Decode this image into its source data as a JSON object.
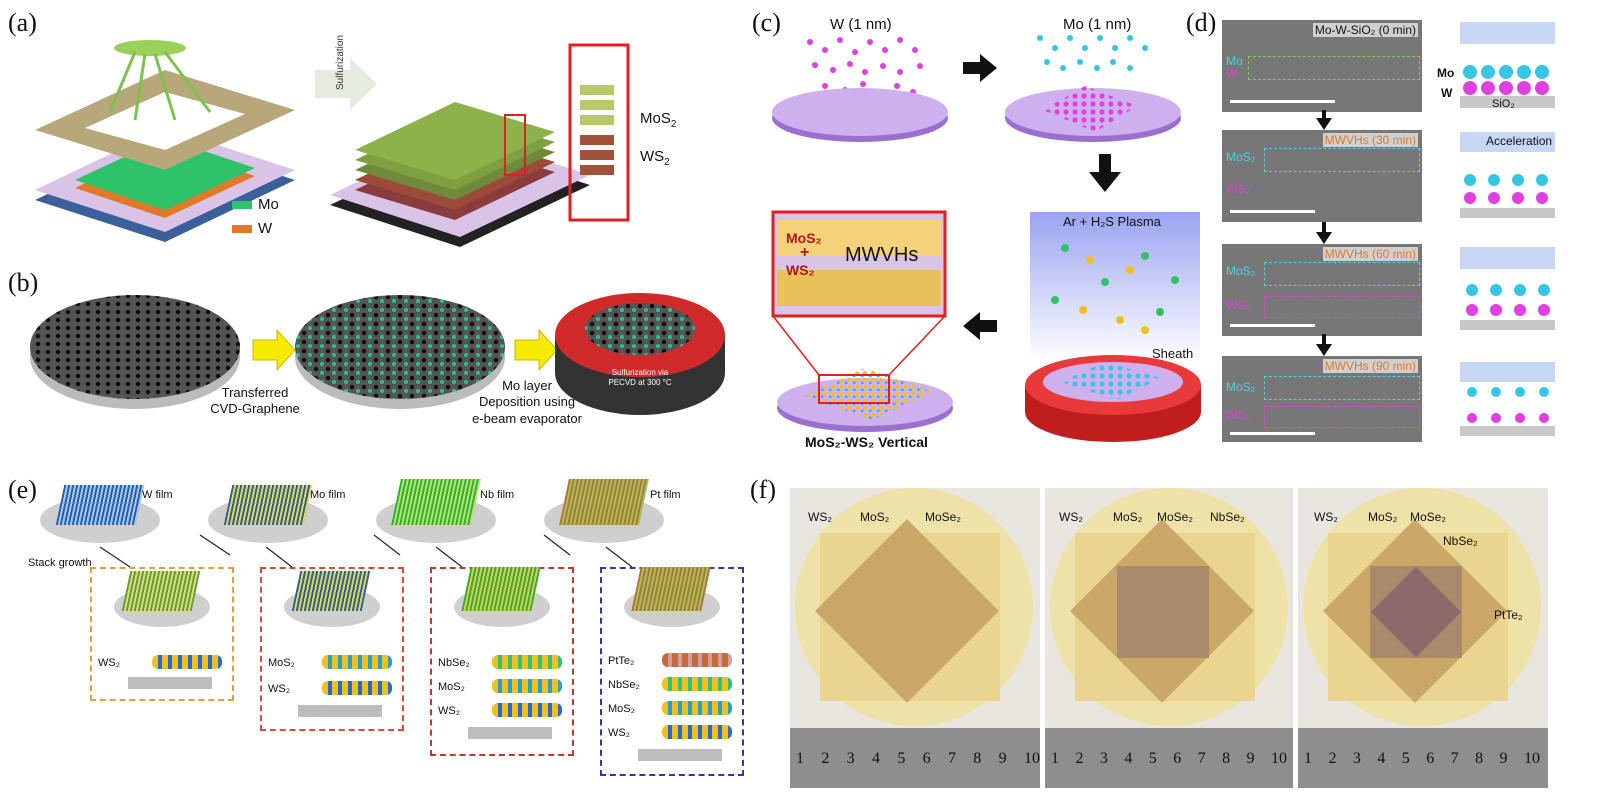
{
  "panels": {
    "a": {
      "label": "(a)",
      "arrow_text": "Sulfurization",
      "legend": [
        {
          "name": "Mo",
          "color": "#2ec26a"
        },
        {
          "name": "W",
          "color": "#e07a2a"
        }
      ],
      "inset": {
        "top": "MoS",
        "top_sub": "2",
        "bottom": "WS",
        "bottom_sub": "2"
      }
    },
    "b": {
      "label": "(b)",
      "step1": [
        "Transferred",
        "CVD-Graphene"
      ],
      "step2": [
        "Mo layer",
        "Deposition using",
        "e-beam evaporator"
      ],
      "disk_text": [
        "Sulfurization via",
        "PECVD at 300 °C"
      ]
    },
    "c": {
      "label": "(c)",
      "w_label": "W (1 nm)",
      "mo_label": "Mo (1 nm)",
      "plasma": "Ar + H₂S Plasma",
      "sheath": "Sheath",
      "inset_mos2": "MoS₂",
      "inset_plus": "+",
      "inset_ws2": "WS₂",
      "inset_mwvhs": "MWVHs",
      "caption": "MoS₂-WS₂ Vertical"
    },
    "d": {
      "label": "(d)",
      "images": [
        {
          "title": "Mo-W-SiO₂ (0 min)",
          "top": "Mo",
          "bottom": "W"
        },
        {
          "title": "MWVHs (30 min)",
          "top": "MoS₂",
          "bottom": "WS₂"
        },
        {
          "title": "MWVHs (60 min)",
          "top": "MoS₂",
          "bottom": "WS₂"
        },
        {
          "title": "MWVHs (90 min)",
          "top": "MoS₂",
          "bottom": "WS₂"
        }
      ],
      "schema_mo": "Mo",
      "schema_w": "W",
      "schema_sio2": "SiO₂",
      "acceleration": "Acceleration"
    },
    "e": {
      "label": "(e)",
      "films": [
        "W film",
        "Mo film",
        "Nb film",
        "Pt film"
      ],
      "stack_growth": "Stack growth",
      "stacks": [
        [
          "WS₂"
        ],
        [
          "MoS₂",
          "WS₂"
        ],
        [
          "NbSe₂",
          "MoS₂",
          "WS₂"
        ],
        [
          "PtTe₂",
          "NbSe₂",
          "MoS₂",
          "WS₂"
        ]
      ]
    },
    "f": {
      "label": "(f)",
      "photos": [
        [
          "WS₂",
          "MoS₂",
          "MoSe₂"
        ],
        [
          "WS₂",
          "MoS₂",
          "MoSe₂",
          "NbSe₂"
        ],
        [
          "WS₂",
          "MoS₂",
          "MoSe₂",
          "NbSe₂",
          "PtTe₂"
        ]
      ],
      "ruler": [
        "1",
        "2",
        "3",
        "4",
        "5",
        "6",
        "7",
        "8",
        "9",
        "10"
      ]
    }
  }
}
